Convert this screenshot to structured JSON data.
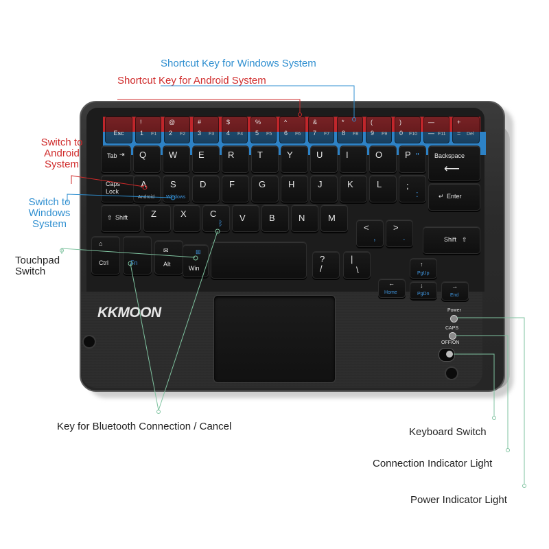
{
  "colors": {
    "windows_accent": "#2f8fd0",
    "android_accent": "#cf2a2a",
    "blue_band": "#2d82c6",
    "red_band": "#c0262b",
    "keyboard_body": "#2b2b2b",
    "leader_line_green": "#7fc3a0"
  },
  "brand": {
    "logo_text": "KKMOON"
  },
  "annotations": {
    "windows_shortcut": "Shortcut Key for Windows System",
    "android_shortcut": "Shortcut Key for Android System",
    "switch_android_l1": "Switch to",
    "switch_android_l2": "Android",
    "switch_android_l3": "System",
    "switch_windows_l1": "Switch to",
    "switch_windows_l2": "Windows",
    "switch_windows_l3": "System",
    "touchpad_switch_l1": "Touchpad",
    "touchpad_switch_l2": "Switch",
    "bluetooth_key": "Key for Bluetooth Connection / Cancel",
    "keyboard_switch": "Keyboard Switch",
    "connection_light": "Connection Indicator Light",
    "power_light": "Power Indicator Light"
  },
  "indicators": {
    "power": "Power",
    "caps": "CAPS",
    "off_on": "OFF/ON"
  },
  "function_row": [
    {
      "main": "Esc",
      "red": "",
      "blue": ""
    },
    {
      "main": "1",
      "red": "!",
      "blue": "F1"
    },
    {
      "main": "2",
      "red": "@",
      "blue": "F2"
    },
    {
      "main": "3",
      "red": "#",
      "blue": "F3"
    },
    {
      "main": "4",
      "red": "$",
      "blue": "F4"
    },
    {
      "main": "5",
      "red": "%",
      "blue": "F5"
    },
    {
      "main": "6",
      "red": "^",
      "blue": "F6"
    },
    {
      "main": "7",
      "red": "&",
      "blue": "F7"
    },
    {
      "main": "8",
      "red": "*",
      "blue": "F8"
    },
    {
      "main": "9",
      "red": "(",
      "blue": "F9"
    },
    {
      "main": "0",
      "red": ")",
      "blue": "F10"
    },
    {
      "main": "—",
      "red": "—",
      "blue": "F11"
    },
    {
      "main": "=",
      "red": "+",
      "blue": "Del"
    }
  ],
  "keys": {
    "tab": "Tab",
    "row_q": [
      "Q",
      "W",
      "E",
      "R",
      "T",
      "Y",
      "U",
      "I",
      "O",
      "P"
    ],
    "bracket_shift": "\"",
    "backspace": "Backspace",
    "caps_l1": "Caps",
    "caps_l2": "Lock",
    "row_a": [
      "A",
      "S",
      "D",
      "F",
      "G",
      "H",
      "J",
      "K",
      "L"
    ],
    "a_sub": "Android",
    "s_sub": "Windows",
    "semicolon": ";",
    "semicolon_shift": ":",
    "enter": "Enter",
    "shift_left": "Shift",
    "row_z": [
      "Z",
      "X",
      "C",
      "V",
      "B",
      "N",
      "M"
    ],
    "comma": ",",
    "comma_shift": "<",
    "period": ".",
    "period_shift": ">",
    "shift_right": "Shift",
    "ctrl": "Ctrl",
    "fn": "Fn",
    "alt": "Alt",
    "win": "Win",
    "slash": "/",
    "slash_shift": "?",
    "backslash": "\\",
    "backslash_shift": "|",
    "pgup": "PgUp",
    "home": "Home",
    "pgdn": "PgDn",
    "end": "End"
  }
}
